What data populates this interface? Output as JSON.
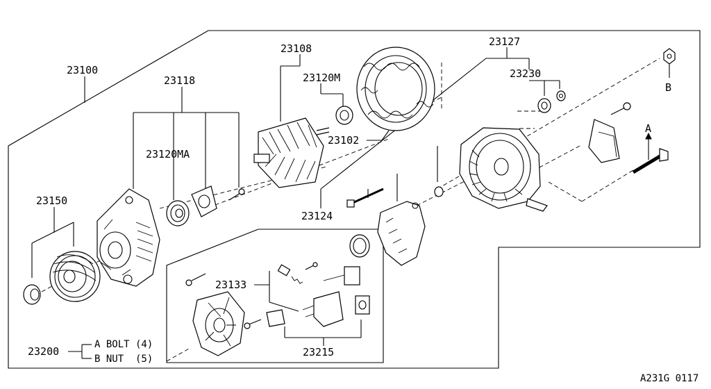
{
  "diagram": {
    "labels": {
      "p23100": "23100",
      "p23118": "23118",
      "p23108": "23108",
      "p23120m": "23120M",
      "p23127": "23127",
      "p23230": "23230",
      "ref_b_top": "B",
      "p23120ma": "23120MA",
      "p23102": "23102",
      "p23150": "23150",
      "ref_a": "A",
      "p23124": "23124",
      "p23133": "23133",
      "p23215": "23215",
      "p23200": "23200",
      "kit_a": "A BOLT (4)",
      "kit_b": "B NUT  (5)",
      "drawing_code": "A231G 0117"
    }
  }
}
